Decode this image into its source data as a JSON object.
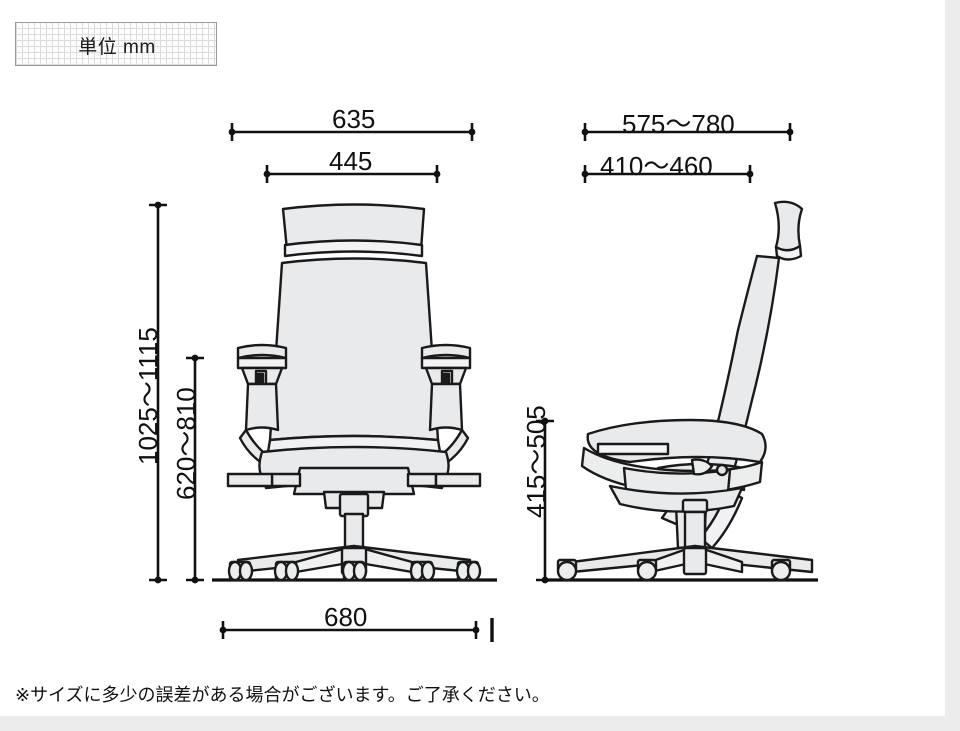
{
  "unit_badge": {
    "label": "単位 mm"
  },
  "footnote": {
    "text": "※サイズに多少の誤差がある場合がございます。ご了承ください。"
  },
  "colors": {
    "page_background": "#ececec",
    "card_background": "#ffffff",
    "line": "#111111",
    "chair_fill": "#e9eaec",
    "chair_outline": "#1a1a1a",
    "badge_border": "#9a9a9a"
  },
  "dimensions": {
    "front_overall_width": {
      "value": "635",
      "orientation": "horizontal",
      "view": "front"
    },
    "front_seat_width": {
      "value": "445",
      "orientation": "horizontal",
      "view": "front"
    },
    "side_overall_depth": {
      "value": "575〜780",
      "orientation": "horizontal",
      "view": "side"
    },
    "side_seat_depth": {
      "value": "410〜460",
      "orientation": "horizontal",
      "view": "side"
    },
    "overall_height": {
      "value": "1025〜1115",
      "orientation": "vertical",
      "view": "front"
    },
    "backrest_height": {
      "value": "620〜810",
      "orientation": "vertical",
      "view": "front"
    },
    "seat_height": {
      "value": "415〜505",
      "orientation": "vertical",
      "view": "side"
    },
    "base_diameter": {
      "value": "680",
      "orientation": "horizontal",
      "view": "front"
    }
  }
}
